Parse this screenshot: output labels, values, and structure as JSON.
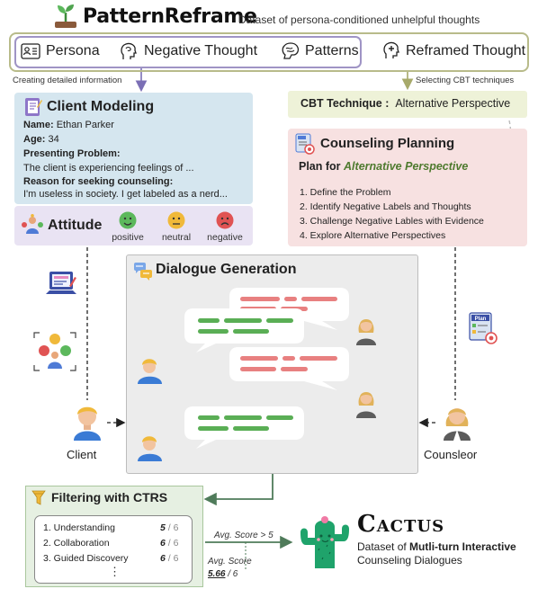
{
  "header": {
    "title": "PatternReframe",
    "subtitle": "Dataset of persona-conditioned unhelpful thoughts"
  },
  "pipeline": {
    "persona": "Persona",
    "negative_thought": "Negative Thought",
    "patterns": "Patterns",
    "reframed_thought": "Reframed Thought",
    "left_caption": "Creating detailed information",
    "right_caption": "Selecting  CBT techniques"
  },
  "client_modeling": {
    "title": "Client Modeling",
    "name_label": "Name:",
    "name": "Ethan Parker",
    "age_label": "Age:",
    "age": "34",
    "problem_label": "Presenting Problem:",
    "problem": "The client is experiencing feelings of ...",
    "reason_label": "Reason for seeking counseling:",
    "reason": "I'm useless in society. I get labeled as a nerd..."
  },
  "attitude": {
    "title": "Attitude",
    "options": [
      {
        "label": "positive",
        "color": "#5cb85c"
      },
      {
        "label": "neutral",
        "color": "#f0b93a"
      },
      {
        "label": "negative",
        "color": "#e05353"
      }
    ]
  },
  "cbt": {
    "label": "CBT Technique :",
    "value": "Alternative Perspective"
  },
  "counseling_planning": {
    "title": "Counseling Planning",
    "plan_prefix": "Plan for",
    "plan_value": "Alternative Perspective",
    "steps": [
      "1. Define the Problem",
      "2. Identify Negative Labels and Thoughts",
      "3. Challenge Negative Lables with Evidence",
      "4. Explore Alternative Perspectives"
    ]
  },
  "dialogue": {
    "title": "Dialogue Generation"
  },
  "roles": {
    "client": "Client",
    "counselor": "Counsleor"
  },
  "icons": {
    "plan_badge": "Plan"
  },
  "filtering": {
    "title": "Filtering with CTRS",
    "criteria": [
      {
        "name": "1. Understanding",
        "score": "5",
        "max": "/ 6"
      },
      {
        "name": "2. Collaboration",
        "score": "6",
        "max": "/ 6"
      },
      {
        "name": "3. Guided Discovery",
        "score": "6",
        "max": "/ 6"
      }
    ],
    "more": "⋮"
  },
  "scores": {
    "pass_rule": "Avg. Score > 5",
    "avg_label": "Avg. Score",
    "avg_value": "5.66",
    "avg_max": "/ 6"
  },
  "cactus": {
    "title": "Cactus",
    "desc_prefix": "Dataset of ",
    "desc_bold": "Mutli-turn Interactive",
    "desc_line2": "Counseling Dialogues"
  },
  "colors": {
    "client_bubble": "#5aae55",
    "counselor_bubble": "#e88080",
    "accent_green": "#4e7a2e"
  }
}
